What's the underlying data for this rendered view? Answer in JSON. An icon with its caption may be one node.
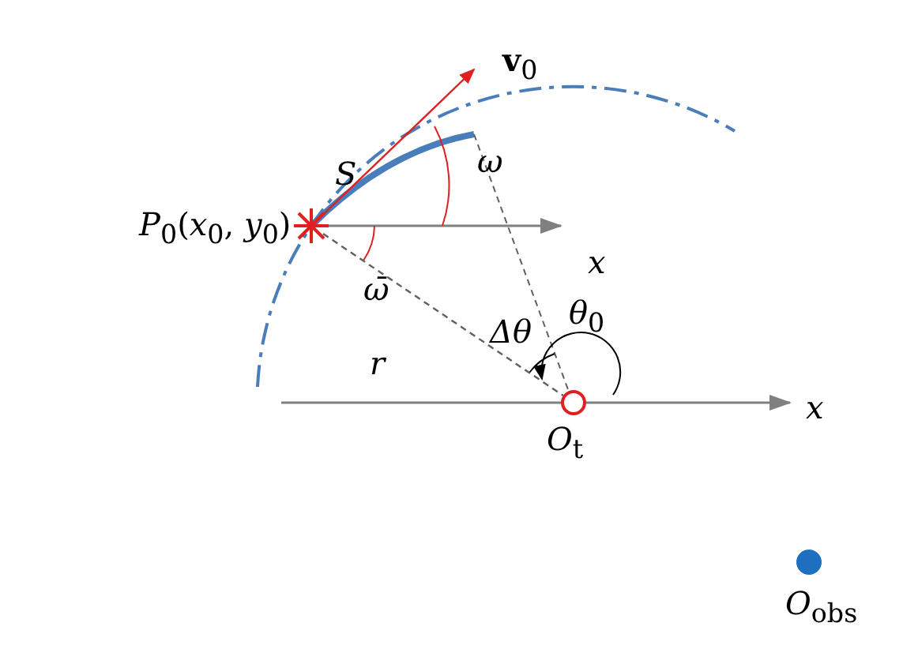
{
  "diagram": {
    "nodes": [
      {
        "text": [
          "*P*$_{0}$(*x*$_{0}$, *y*$_{0}$)"
        ]
      },
      {
        "text": [
          "**v**$_{0}$"
        ]
      },
      {
        "text": [
          "*O*$_{t}$"
        ]
      },
      {
        "text": [
          "*O*$_{obs}$"
        ]
      }
    ],
    "edges": [
      {
        "from": 0,
        "to": 1,
        "arrow": "to",
        "color": "#e02020"
      },
      {
        "from": 0,
        "to": 2,
        "arrow": "none",
        "style": "dashed",
        "color": "#606060",
        "label": "*r*"
      }
    ],
    "labels": [
      "*S*",
      "*ω*",
      "*x*",
      "*ω̄*",
      "*Δθ*",
      "*θ*$_{0}$",
      "*x*"
    ]
  }
}
